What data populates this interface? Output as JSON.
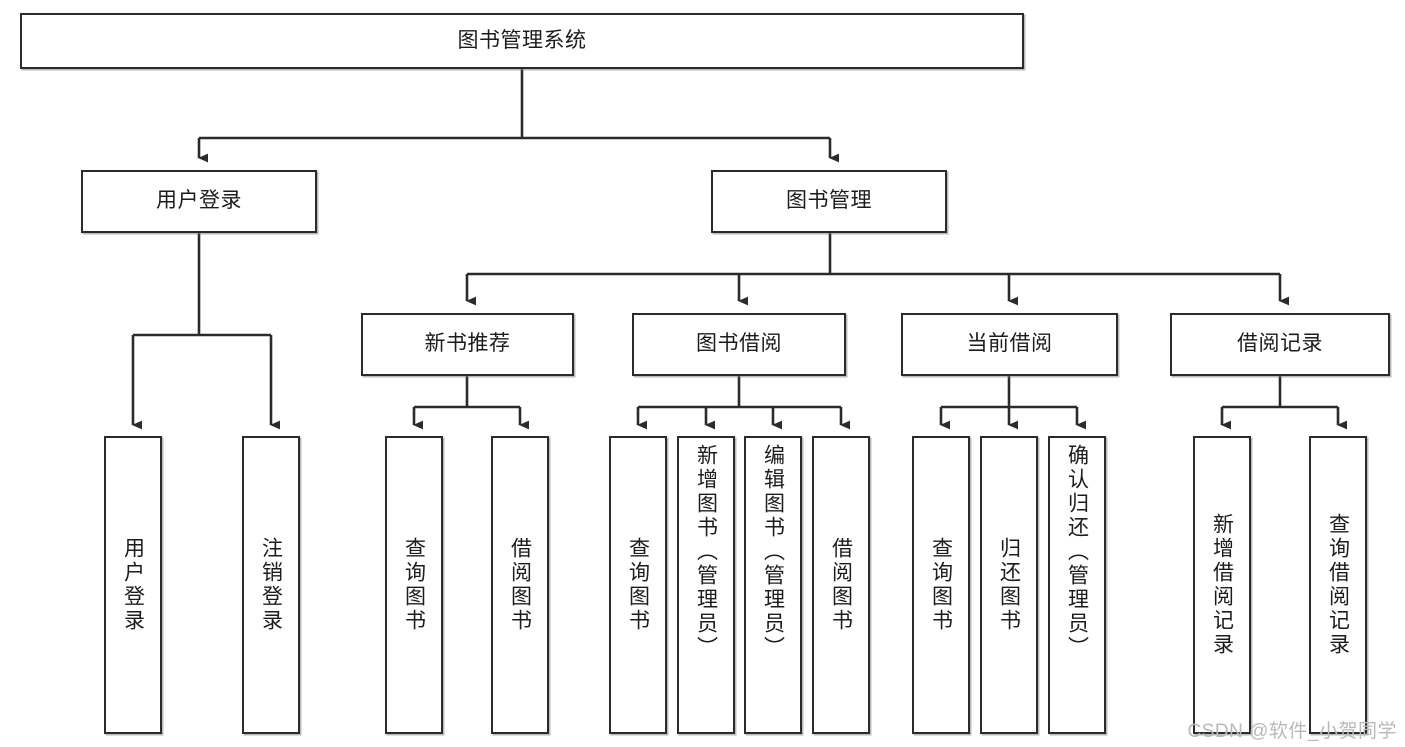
{
  "diagram": {
    "type": "tree-hierarchy",
    "title": "图书管理系统",
    "watermark": "CSDN @软件_小贺同学",
    "colors": {
      "stroke": "#2b2b2b",
      "fill": "#ffffff",
      "text": "#1c1c1c",
      "watermark": "#b9b9b9"
    },
    "root": {
      "id": "root",
      "label": "图书管理系统"
    },
    "level2": [
      {
        "id": "user-login",
        "label": "用户登录"
      },
      {
        "id": "book-manage",
        "label": "图书管理"
      }
    ],
    "level3": [
      {
        "id": "new-book-rec",
        "label": "新书推荐",
        "parent": "book-manage"
      },
      {
        "id": "book-borrow",
        "label": "图书借阅",
        "parent": "book-manage"
      },
      {
        "id": "current-borrow",
        "label": "当前借阅",
        "parent": "book-manage"
      },
      {
        "id": "borrow-record",
        "label": "借阅记录",
        "parent": "book-manage"
      }
    ],
    "leaves": [
      {
        "id": "leaf-user-login",
        "label": "用户登录",
        "parent": "user-login",
        "centered": true
      },
      {
        "id": "leaf-user-logout",
        "label": "注销登录",
        "parent": "user-login",
        "centered": true
      },
      {
        "id": "leaf-query-book-1",
        "label": "查询图书",
        "parent": "new-book-rec",
        "centered": true
      },
      {
        "id": "leaf-borrow-book-1",
        "label": "借阅图书",
        "parent": "new-book-rec",
        "centered": true
      },
      {
        "id": "leaf-query-book-2",
        "label": "查询图书",
        "parent": "book-borrow",
        "centered": true
      },
      {
        "id": "leaf-add-book",
        "label": "新增图书（管理员）",
        "parent": "book-borrow",
        "centered": false
      },
      {
        "id": "leaf-edit-book",
        "label": "编辑图书（管理员）",
        "parent": "book-borrow",
        "centered": false
      },
      {
        "id": "leaf-borrow-book-2",
        "label": "借阅图书",
        "parent": "book-borrow",
        "centered": true
      },
      {
        "id": "leaf-query-book-3",
        "label": "查询图书",
        "parent": "current-borrow",
        "centered": true
      },
      {
        "id": "leaf-return-book",
        "label": "归还图书",
        "parent": "current-borrow",
        "centered": true
      },
      {
        "id": "leaf-confirm-return",
        "label": "确认归还（管理员）",
        "parent": "current-borrow",
        "centered": false
      },
      {
        "id": "leaf-add-record",
        "label": "新增借阅记录",
        "parent": "borrow-record",
        "centered": true
      },
      {
        "id": "leaf-query-record",
        "label": "查询借阅记录",
        "parent": "borrow-record",
        "centered": true
      }
    ]
  }
}
